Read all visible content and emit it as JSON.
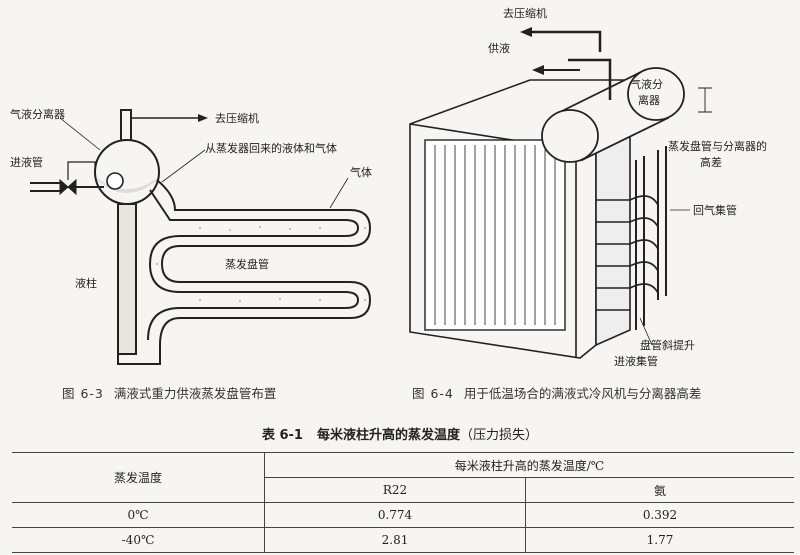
{
  "figure_left": {
    "labels": {
      "separator": "气液分离器",
      "to_compressor": "去压缩机",
      "inlet_pipe": "进液管",
      "return_note": "从蒸发器回来的液体和气体",
      "gas": "气体",
      "liquid_column": "液柱",
      "coil": "蒸发盘管"
    },
    "caption_num": "图 6-3",
    "caption_text": "满液式重力供液蒸发盘管布置"
  },
  "figure_right": {
    "labels": {
      "to_compressor": "去压缩机",
      "supply": "供液",
      "separator_line1": "气液分",
      "separator_line2": "离器",
      "height_diff_line1": "蒸发盘管与分离器的",
      "height_diff_line2": "高差",
      "return_header": "回气集管",
      "coil_incline": "盘管斜提升",
      "inlet_header": "进液集管"
    },
    "caption_num": "图 6-4",
    "caption_text": "用于低温场合的满液式冷风机与分离器高差"
  },
  "table": {
    "num": "表 6-1",
    "title": "每米液柱升高的蒸发温度",
    "title_paren": "（压力损失）",
    "header_temp": "蒸发温度",
    "header_group": "每米液柱升高的蒸发温度/℃",
    "header_r22": "R22",
    "header_ammonia": "氨",
    "rows": [
      {
        "temp": "0℃",
        "r22": "0.774",
        "ammonia": "0.392"
      },
      {
        "temp": "-40℃",
        "r22": "2.81",
        "ammonia": "1.77"
      }
    ]
  }
}
